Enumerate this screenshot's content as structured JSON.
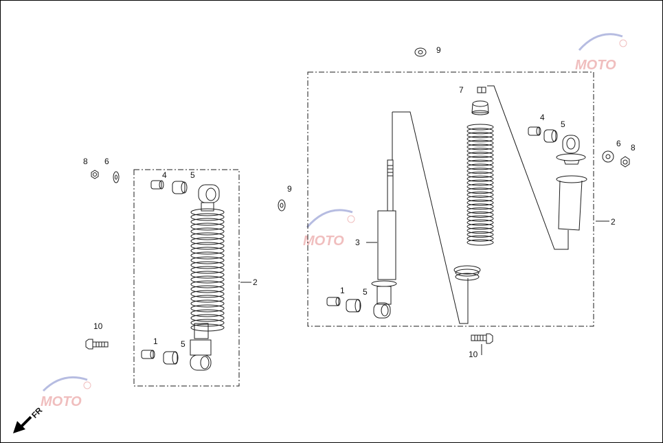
{
  "colors": {
    "line": "#1a1a1a",
    "watermark_blue": "#7b86c9",
    "watermark_red": "#e58a8a"
  },
  "watermark": {
    "text": "MOTO",
    "icon": "gear-icon"
  },
  "direction": {
    "text": "FR",
    "icon": "arrow-down-left-icon"
  },
  "callouts": {
    "left": {
      "p8": "8",
      "p6": "6",
      "p4": "4",
      "p5a": "5",
      "p2": "2",
      "p10": "10",
      "p1": "1",
      "p5b": "5"
    },
    "right": {
      "p9a": "9",
      "p9b": "9",
      "p7": "7",
      "p4": "4",
      "p5a": "5",
      "p6": "6",
      "p8": "8",
      "p2": "2",
      "p3": "3",
      "p1": "1",
      "p5b": "5",
      "p10": "10"
    }
  }
}
